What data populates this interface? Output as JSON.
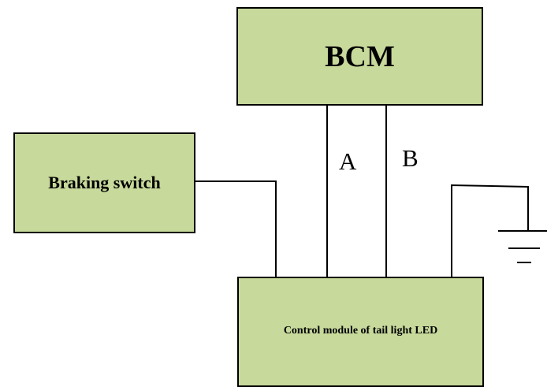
{
  "bcm": {
    "label": "BCM"
  },
  "braking_switch": {
    "label": "Braking switch"
  },
  "led_module": {
    "label": "Control module of tail light LED"
  },
  "wires": {
    "a_label": "A",
    "b_label": "B"
  },
  "colors": {
    "box_fill": "#c7d99b",
    "stroke": "#000000"
  }
}
